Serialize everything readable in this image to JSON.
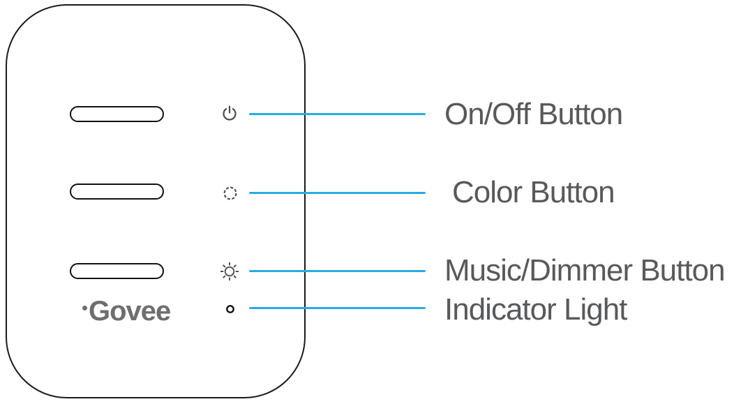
{
  "device": {
    "logo_text": "Govee"
  },
  "callouts": [
    {
      "icon": "power-icon",
      "label": "On/Off Button"
    },
    {
      "icon": "dashed-circle-icon",
      "label": "Color Button"
    },
    {
      "icon": "sun-icon",
      "label": "Music/Dimmer Button"
    },
    {
      "icon": "small-dot-icon",
      "label": "Indicator Light"
    }
  ],
  "colors": {
    "leader_line": "#29ABE2",
    "device_outline": "#1a1a1a",
    "icon_gray": "#4d4d4d",
    "label_gray": "#57595b",
    "logo_gray": "#6e6e6e"
  }
}
